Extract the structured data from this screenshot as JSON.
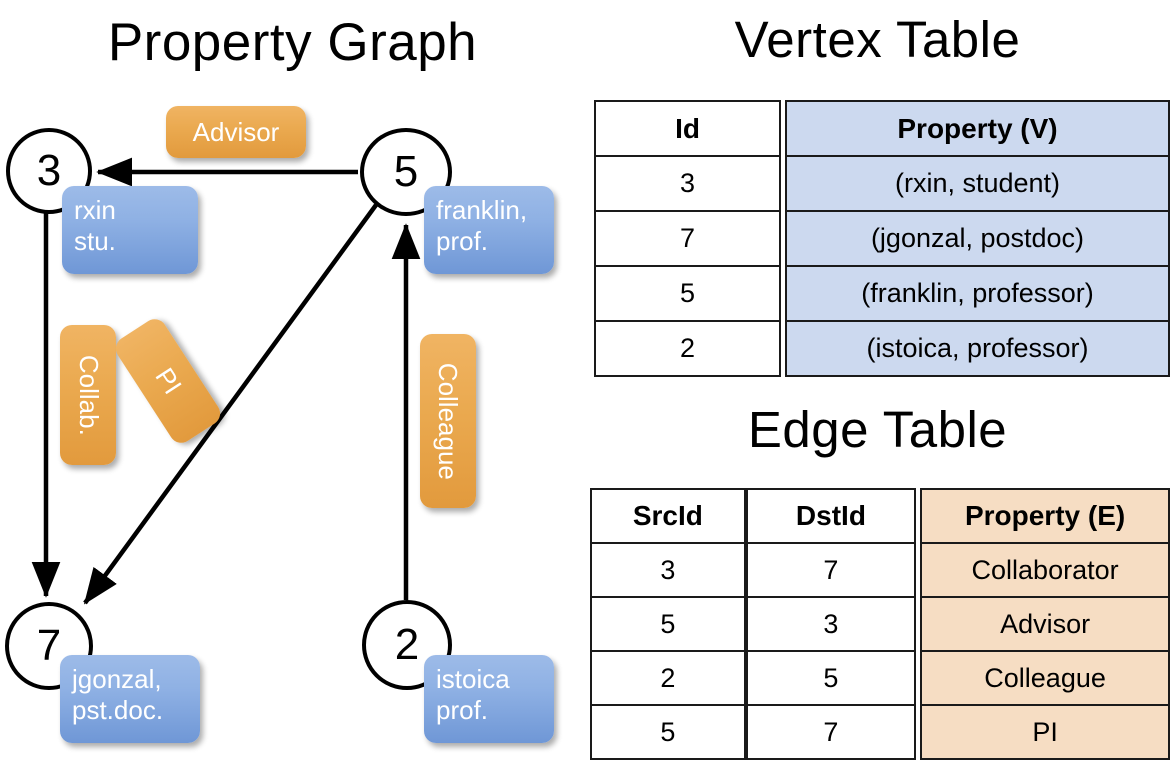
{
  "titles": {
    "property_graph": "Property Graph",
    "vertex_table": "Vertex Table",
    "edge_table": "Edge Table"
  },
  "colors": {
    "vertex_property_fill": "#ccd9ef",
    "edge_property_fill": "#f6ddc3",
    "blue_box": "#8fb1e4",
    "orange_box": "#eaa94f",
    "stroke": "#000000"
  },
  "graph": {
    "vertices": [
      {
        "id": "3",
        "property_lines": [
          "rxin",
          "stu."
        ]
      },
      {
        "id": "5",
        "property_lines": [
          "franklin,",
          "prof."
        ]
      },
      {
        "id": "7",
        "property_lines": [
          "jgonzal,",
          "pst.doc."
        ]
      },
      {
        "id": "2",
        "property_lines": [
          "istoica",
          "prof."
        ]
      }
    ],
    "edge_labels": [
      {
        "name": "advisor",
        "text": "Advisor",
        "orientation": "horizontal"
      },
      {
        "name": "collab",
        "text": "Collab.",
        "orientation": "vertical"
      },
      {
        "name": "pi",
        "text": "PI",
        "orientation": "diagonal"
      },
      {
        "name": "colleague",
        "text": "Colleague",
        "orientation": "vertical"
      }
    ],
    "edges": [
      {
        "src": "5",
        "dst": "3",
        "label": "Advisor"
      },
      {
        "src": "3",
        "dst": "7",
        "label": "Collab."
      },
      {
        "src": "5",
        "dst": "7",
        "label": "PI"
      },
      {
        "src": "2",
        "dst": "5",
        "label": "Colleague"
      }
    ]
  },
  "vertex_table": {
    "headers": [
      "Id",
      "Property (V)"
    ],
    "rows": [
      {
        "id": "3",
        "property": "(rxin, student)"
      },
      {
        "id": "7",
        "property": "(jgonzal, postdoc)"
      },
      {
        "id": "5",
        "property": "(franklin, professor)"
      },
      {
        "id": "2",
        "property": "(istoica, professor)"
      }
    ]
  },
  "edge_table": {
    "headers": [
      "SrcId",
      "DstId",
      "Property (E)"
    ],
    "rows": [
      {
        "src": "3",
        "dst": "7",
        "property": "Collaborator"
      },
      {
        "src": "5",
        "dst": "3",
        "property": "Advisor"
      },
      {
        "src": "2",
        "dst": "5",
        "property": "Colleague"
      },
      {
        "src": "5",
        "dst": "7",
        "property": "PI"
      }
    ]
  }
}
